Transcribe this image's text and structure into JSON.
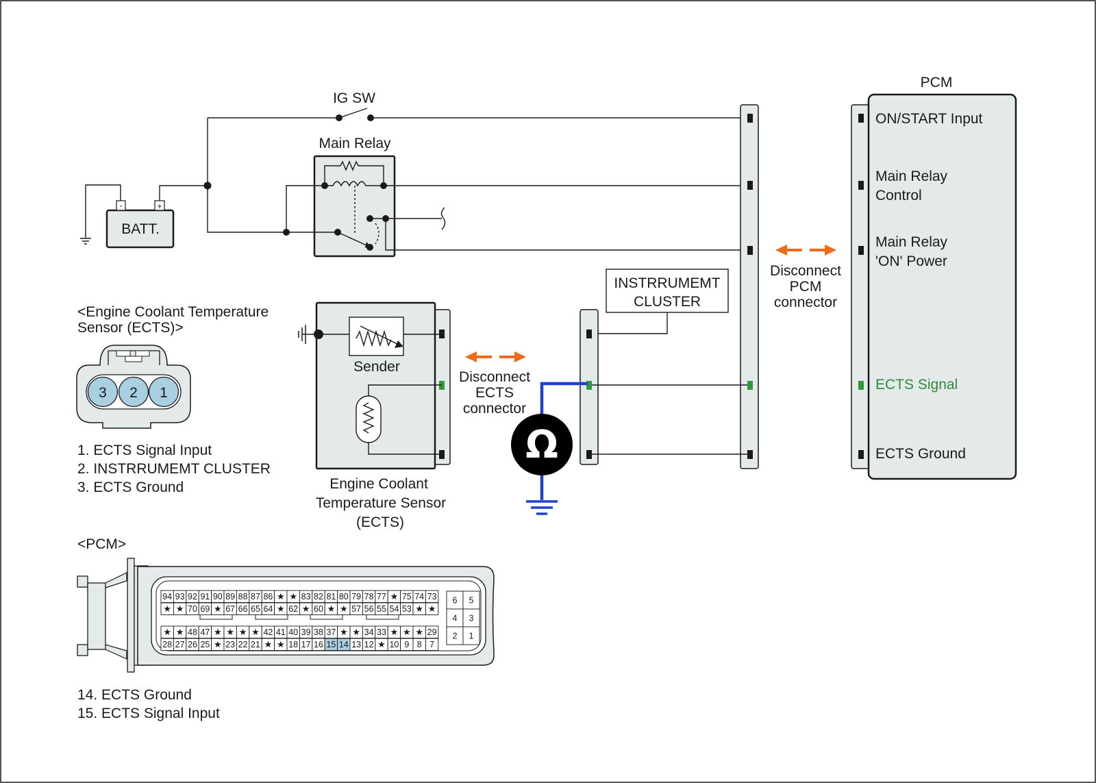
{
  "labels": {
    "ig_sw": "IG SW",
    "main_relay": "Main Relay",
    "batt": "BATT.",
    "batt_minus": "-",
    "batt_plus": "+",
    "pcm_title": "PCM",
    "pcm_pin_on_start": "ON/START Input",
    "pcm_pin_main_relay_control_1": "Main Relay",
    "pcm_pin_main_relay_control_2": "Control",
    "pcm_pin_main_relay_on_1": "Main Relay",
    "pcm_pin_main_relay_on_2": "'ON' Power",
    "pcm_pin_ects_signal": "ECTS Signal",
    "pcm_pin_ects_ground": "ECTS Ground",
    "disconnect_pcm_1": "Disconnect",
    "disconnect_pcm_2": "PCM",
    "disconnect_pcm_3": "connector",
    "cluster_1": "INSTRRUMEMT",
    "cluster_2": "CLUSTER",
    "ects_header_1": "<Engine Coolant Temperature",
    "ects_header_2": "Sensor (ECTS)>",
    "sender": "Sender",
    "disconnect_ects_1": "Disconnect",
    "disconnect_ects_2": "ECTS",
    "disconnect_ects_3": "connector",
    "sensor_caption_1": "Engine Coolant",
    "sensor_caption_2": "Temperature Sensor",
    "sensor_caption_3": "(ECTS)",
    "ohm_symbol": "Ω",
    "ects_pins": [
      "3",
      "2",
      "1"
    ],
    "ects_list": [
      "1. ECTS Signal Input",
      "2. INSTRRUMEMT CLUSTER",
      "3. ECTS Ground"
    ],
    "pcm_header": "<PCM>",
    "pcm_list": [
      "14. ECTS Ground",
      "15. ECTS Signal Input"
    ]
  },
  "pcm_connector": {
    "row1": [
      "94",
      "93",
      "92",
      "91",
      "90",
      "89",
      "88",
      "87",
      "86",
      "★",
      "★",
      "83",
      "82",
      "81",
      "80",
      "79",
      "78",
      "77",
      "★",
      "75",
      "74",
      "73"
    ],
    "row2": [
      "★",
      "★",
      "70",
      "69",
      "★",
      "67",
      "66",
      "65",
      "64",
      "★",
      "62",
      "★",
      "60",
      "★",
      "★",
      "57",
      "56",
      "55",
      "54",
      "53",
      "★",
      "★"
    ],
    "row3": [
      "★",
      "★",
      "48",
      "47",
      "★",
      "★",
      "★",
      "★",
      "42",
      "41",
      "40",
      "39",
      "38",
      "37",
      "★",
      "★",
      "34",
      "33",
      "★",
      "★",
      "★",
      "29"
    ],
    "row4": [
      "28",
      "27",
      "26",
      "25",
      "★",
      "23",
      "22",
      "21",
      "★",
      "★",
      "18",
      "17",
      "16",
      "15",
      "14",
      "13",
      "12",
      "★",
      "10",
      "9",
      "8",
      "7"
    ],
    "highlighted": [
      "15",
      "14"
    ],
    "side_block": [
      [
        "6",
        "5"
      ],
      [
        "4",
        "3"
      ],
      [
        "2",
        "1"
      ]
    ]
  },
  "colors": {
    "box_fill": "#e4e9ea",
    "measurement_wire": "#1f3fd1",
    "arrow": "#f06a1c",
    "signal_text": "#2f8a3a",
    "highlight_pin": "#a9cfe0"
  }
}
